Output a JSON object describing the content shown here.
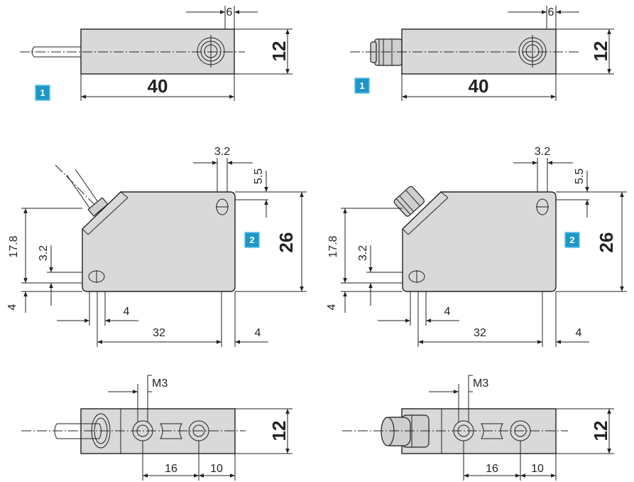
{
  "views": [
    {
      "id": "front-cable",
      "label_40": "40",
      "label_12": "12",
      "label_6": "6",
      "badge": "1"
    },
    {
      "id": "front-connector",
      "label_40": "40",
      "label_12": "12",
      "label_6": "6",
      "badge": "1"
    },
    {
      "id": "side-cable",
      "label_26": "26",
      "label_32": "32",
      "label_4a": "4",
      "label_4b": "4",
      "label_4c": "4",
      "label_17_8": "17.8",
      "label_3_2a": "3.2",
      "label_3_2b": "3.2",
      "label_5_5": "5.5",
      "badge": "2"
    },
    {
      "id": "side-connector",
      "label_26": "26",
      "label_32": "32",
      "label_4a": "4",
      "label_4b": "4",
      "label_4c": "4",
      "label_17_8": "17.8",
      "label_3_2a": "3.2",
      "label_3_2b": "3.2",
      "label_5_5": "5.5",
      "badge": "2"
    },
    {
      "id": "bottom-cable",
      "label_12": "12",
      "label_16": "16",
      "label_10": "10",
      "label_m3": "M3"
    },
    {
      "id": "bottom-connector",
      "label_12": "12",
      "label_16": "16",
      "label_10": "10",
      "label_m3": "M3"
    }
  ]
}
